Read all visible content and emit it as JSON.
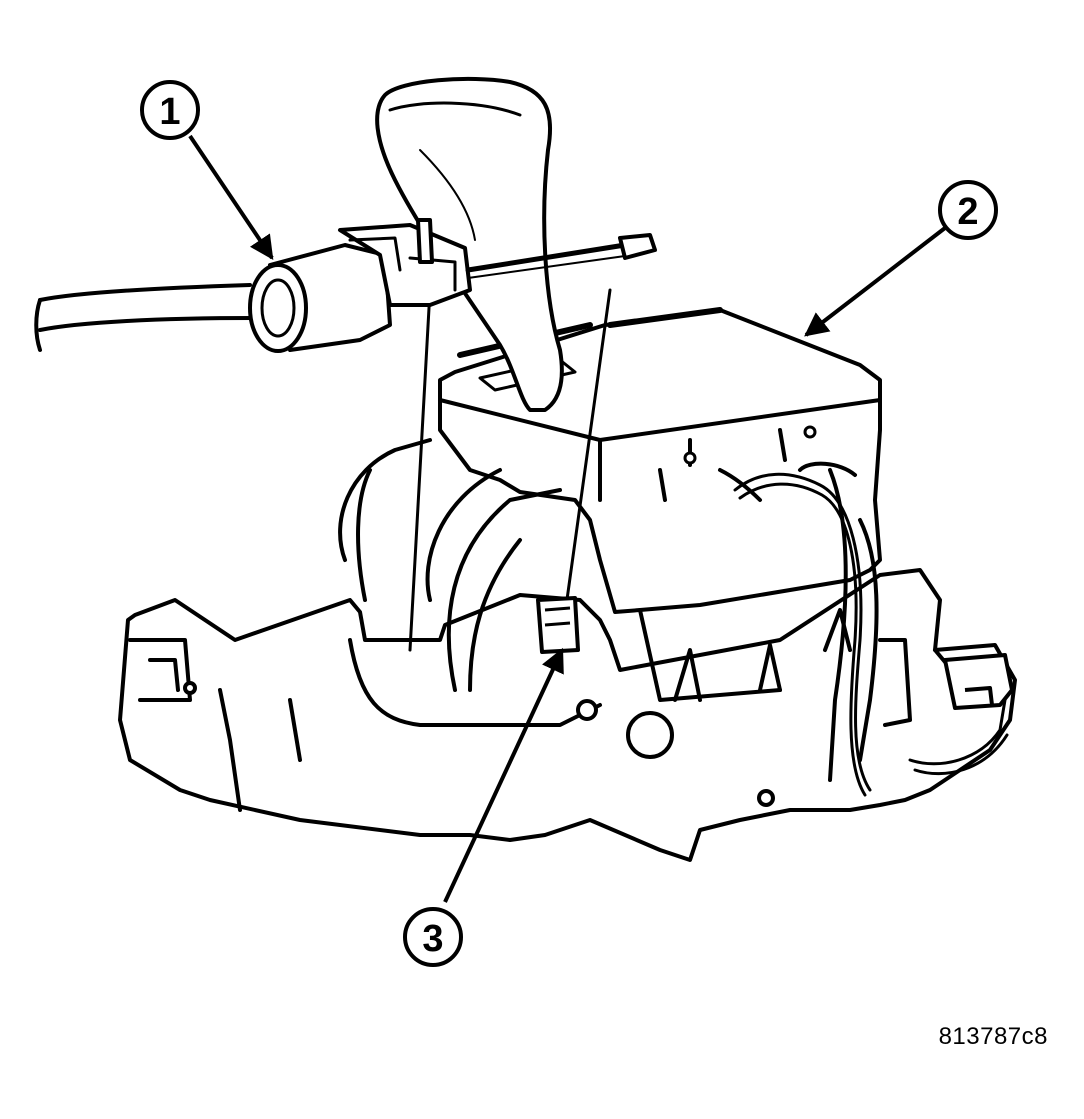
{
  "diagram": {
    "figure_id": "813787c8",
    "colors": {
      "line": "#000000",
      "background": "#ffffff"
    },
    "callouts": [
      {
        "id": "callout-1",
        "label": "1"
      },
      {
        "id": "callout-2",
        "label": "2"
      },
      {
        "id": "callout-3",
        "label": "3"
      }
    ]
  }
}
